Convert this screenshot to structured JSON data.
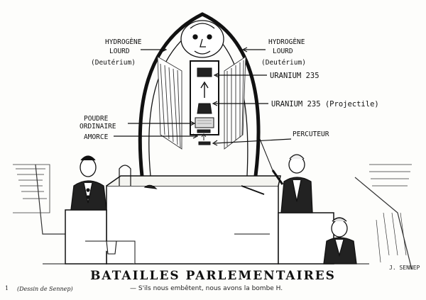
{
  "labels": {
    "hydrogen_left_1": "HYDROGÈNE",
    "hydrogen_left_2": "LOURD",
    "hydrogen_left_3": "(Deutérium)",
    "hydrogen_right_1": "HYDROGÈNE",
    "hydrogen_right_2": "LOURD",
    "hydrogen_right_3": "(Deutérium)",
    "uranium": "URANIUM 235",
    "uranium_projectile": "URANIUM 235 (Projectile)",
    "poudre_1": "POUDRE",
    "poudre_2": "ORDINAIRE",
    "amorce": "AMORCE",
    "percuteur": "PERCUTEUR"
  },
  "title": "BATAILLES PARLEMENTAIRES",
  "credit": "(Dessin de Sennep)",
  "caption": "— S'ils nous embêtent, nous avons la bombe H.",
  "plate_number": "1",
  "signature": "J. SENNEP"
}
